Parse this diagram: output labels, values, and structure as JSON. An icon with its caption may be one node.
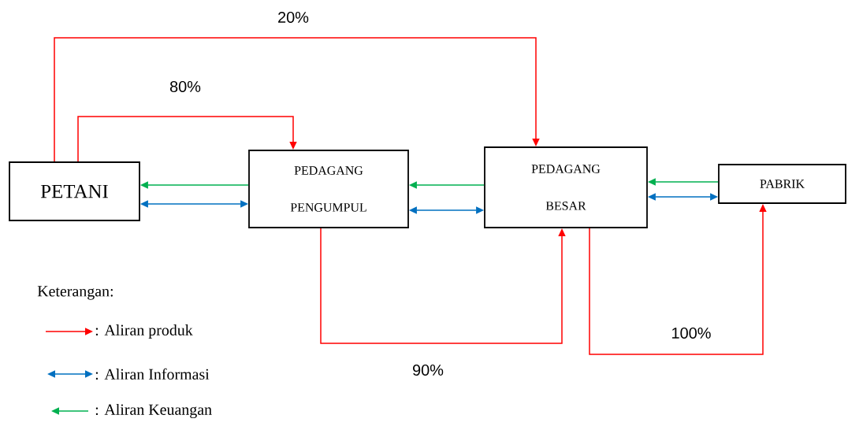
{
  "diagram": {
    "nodes": [
      {
        "text": [
          "PETANI"
        ]
      },
      {
        "text": [
          "PEDAGANG PENGUMPUL"
        ]
      },
      {
        "text": [
          "PEDAGANG BESAR"
        ]
      },
      {
        "text": [
          "PABRIK"
        ]
      }
    ],
    "edges": [
      {
        "from": 0,
        "to": 2,
        "arrow": "to",
        "label": "20%",
        "color": "#ff0000"
      },
      {
        "from": 0,
        "to": 1,
        "arrow": "to",
        "label": "80%",
        "color": "#ff0000"
      },
      {
        "from": 1,
        "to": 0,
        "arrow": "to",
        "color": "#00b050"
      },
      {
        "from": 0,
        "to": 1,
        "arrow": "both",
        "color": "#0070c0"
      },
      {
        "from": 2,
        "to": 1,
        "arrow": "to",
        "color": "#00b050"
      },
      {
        "from": 1,
        "to": 2,
        "arrow": "both",
        "color": "#0070c0"
      },
      {
        "from": 3,
        "to": 2,
        "arrow": "to",
        "color": "#00b050"
      },
      {
        "from": 2,
        "to": 3,
        "arrow": "both",
        "color": "#0070c0"
      },
      {
        "from": 1,
        "to": 2,
        "arrow": "to",
        "label": "90%",
        "color": "#ff0000"
      },
      {
        "from": 2,
        "to": 3,
        "arrow": "to",
        "label": "100%",
        "color": "#ff0000"
      }
    ],
    "labels": [
      "Keterangan:"
    ],
    "legend": [
      {
        "text": ": Aliran produk"
      },
      {
        "text": ": Aliran Informasi"
      },
      {
        "text": ": Aliran Keuangan"
      }
    ]
  }
}
